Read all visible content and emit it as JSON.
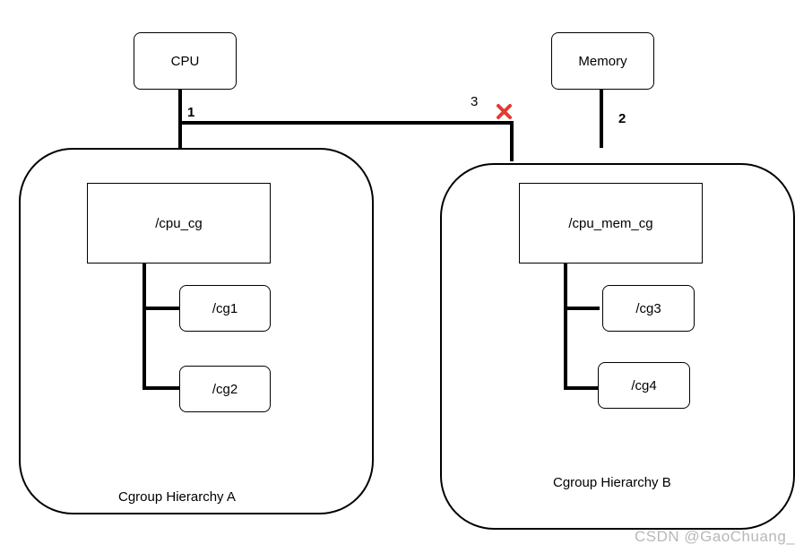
{
  "resources": {
    "cpu": "CPU",
    "memory": "Memory"
  },
  "hierarchy_a": {
    "title": "Cgroup Hierarchy A",
    "root": "/cpu_cg",
    "children": [
      "/cg1",
      "/cg2"
    ]
  },
  "hierarchy_b": {
    "title": "Cgroup Hierarchy B",
    "root": "/cpu_mem_cg",
    "children": [
      "/cg3",
      "/cg4"
    ]
  },
  "edges": {
    "edge1": "1",
    "edge2": "2",
    "edge3": "3"
  },
  "colors": {
    "blocked_marker": "#e03c31"
  },
  "watermark": "CSDN @GaoChuang_"
}
